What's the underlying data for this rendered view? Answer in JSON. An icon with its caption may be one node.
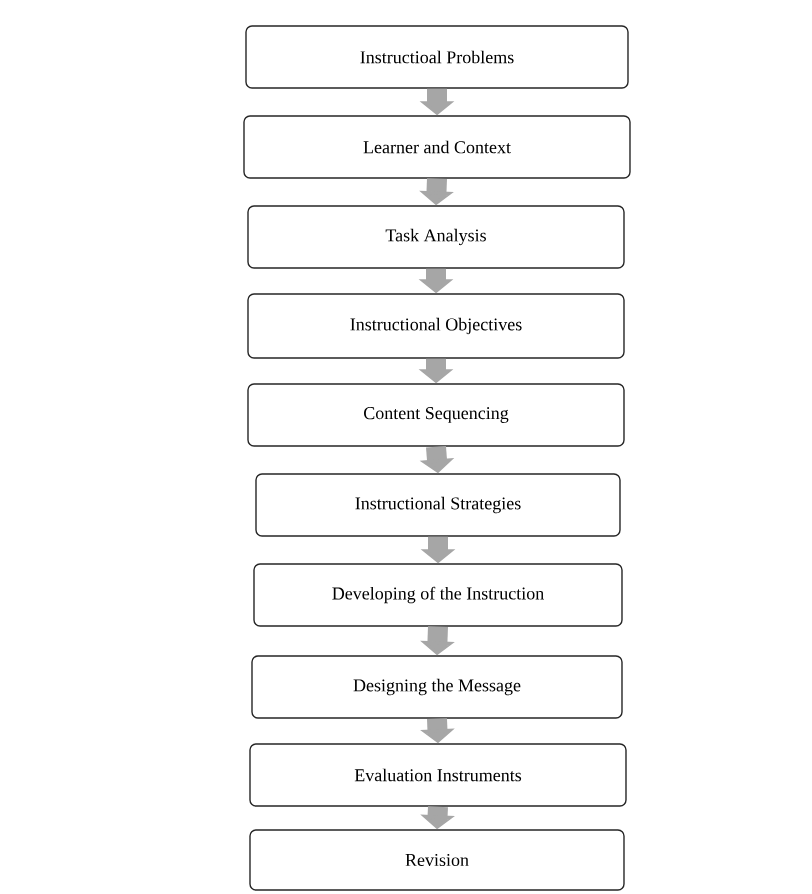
{
  "diagram": {
    "nodes": [
      {
        "text": [
          "Instructioal Problems"
        ]
      },
      {
        "text": [
          "Learner and Context"
        ]
      },
      {
        "text": [
          "Task Analysis"
        ]
      },
      {
        "text": [
          "Instructional Objectives"
        ]
      },
      {
        "text": [
          "Content Sequencing"
        ]
      },
      {
        "text": [
          "Instructional Strategies"
        ]
      },
      {
        "text": [
          "Developing of the Instruction"
        ]
      },
      {
        "text": [
          "Designing the Message"
        ]
      },
      {
        "text": [
          "Evaluation Instruments"
        ]
      },
      {
        "text": [
          "Revision"
        ]
      }
    ],
    "edges": [
      {
        "from": 0,
        "to": 1,
        "arrow": "to"
      },
      {
        "from": 1,
        "to": 2,
        "arrow": "to"
      },
      {
        "from": 2,
        "to": 3,
        "arrow": "to"
      },
      {
        "from": 3,
        "to": 4,
        "arrow": "to"
      },
      {
        "from": 4,
        "to": 5,
        "arrow": "to"
      },
      {
        "from": 5,
        "to": 6,
        "arrow": "to"
      },
      {
        "from": 6,
        "to": 7,
        "arrow": "to"
      },
      {
        "from": 7,
        "to": 8,
        "arrow": "to"
      },
      {
        "from": 8,
        "to": 9,
        "arrow": "to"
      }
    ]
  }
}
